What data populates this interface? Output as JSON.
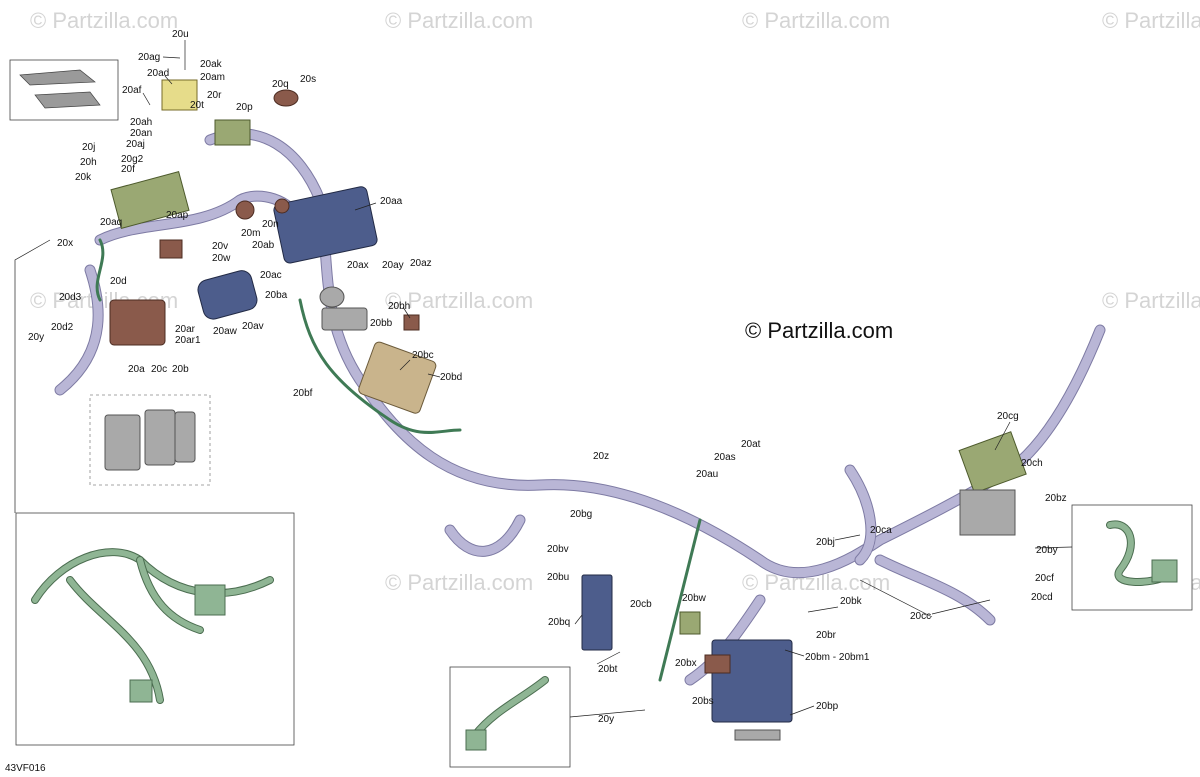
{
  "watermark_small": "© Partzilla.com",
  "watermark_main": "© Partzilla.com",
  "figure_code": "43VF016",
  "callouts": [
    "20u",
    "20ag",
    "20ak",
    "20am",
    "20ad",
    "20af",
    "20q",
    "20s",
    "20r",
    "20p",
    "20t",
    "20ah",
    "20an",
    "20aj",
    "20j",
    "20h",
    "20g2",
    "20f",
    "20k",
    "20aa",
    "20aq",
    "20ap",
    "20n",
    "20m",
    "20ab",
    "20x",
    "20v",
    "20w",
    "20ac",
    "20ax",
    "20ay",
    "20az",
    "20d",
    "20ba",
    "20bh",
    "20d3",
    "20ar",
    "20aw",
    "20av",
    "20bb",
    "20d2",
    "20ar1",
    "20y",
    "20bc",
    "20a",
    "20c",
    "20b",
    "20bd",
    "20bf",
    "20cg",
    "20at",
    "20z",
    "20as",
    "20au",
    "20ch",
    "20bz",
    "20bg",
    "20ca",
    "20bj",
    "20by",
    "20bv",
    "20cf",
    "20bu",
    "20bk",
    "20cd",
    "20cb",
    "20bw",
    "20cc",
    "20bq",
    "20br",
    "20bx",
    "20bm - 20bm1",
    "20bt",
    "20bs",
    "20bp",
    "20y"
  ]
}
